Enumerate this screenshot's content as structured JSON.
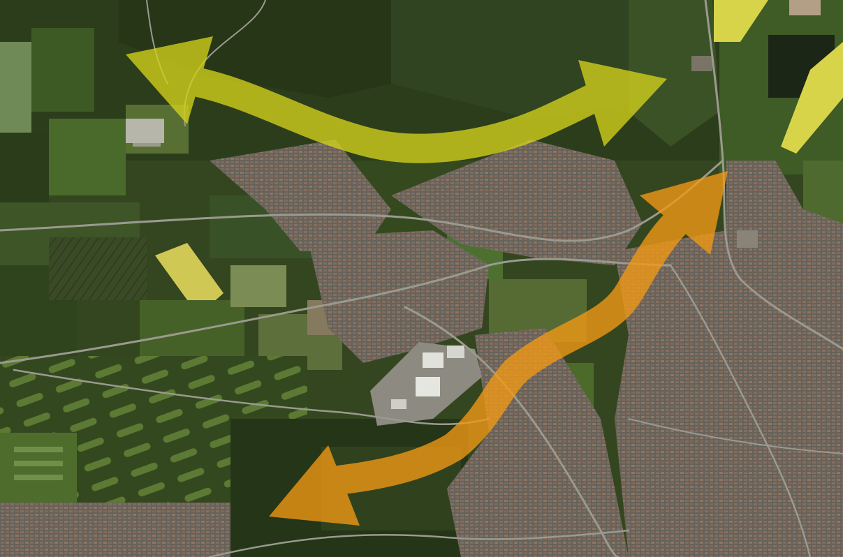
{
  "map": {
    "view": "satellite",
    "scene": [
      "farmland",
      "woodland",
      "golf-course",
      "residential-area",
      "industrial-estate",
      "roads"
    ]
  },
  "colors": {
    "field_dark": "#2b3a1c",
    "field_mid": "#3f5428",
    "field_light": "#5b7236",
    "field_pale": "#7c8a52",
    "rapeseed": "#d8d44a",
    "urban": "#6f6b62",
    "urban_roof": "#8a6e5c",
    "industrial": "#d9d9d4",
    "road": "#9a9a90",
    "arrow_north": "#d4d21c",
    "arrow_south": "#f29a14"
  },
  "overlays": [
    {
      "name": "corridor-arrow-north",
      "direction": "bidirectional",
      "color": "#d4d21c",
      "opacity": 0.78
    },
    {
      "name": "corridor-arrow-south",
      "direction": "bidirectional",
      "color": "#f29a14",
      "opacity": 0.78
    }
  ]
}
